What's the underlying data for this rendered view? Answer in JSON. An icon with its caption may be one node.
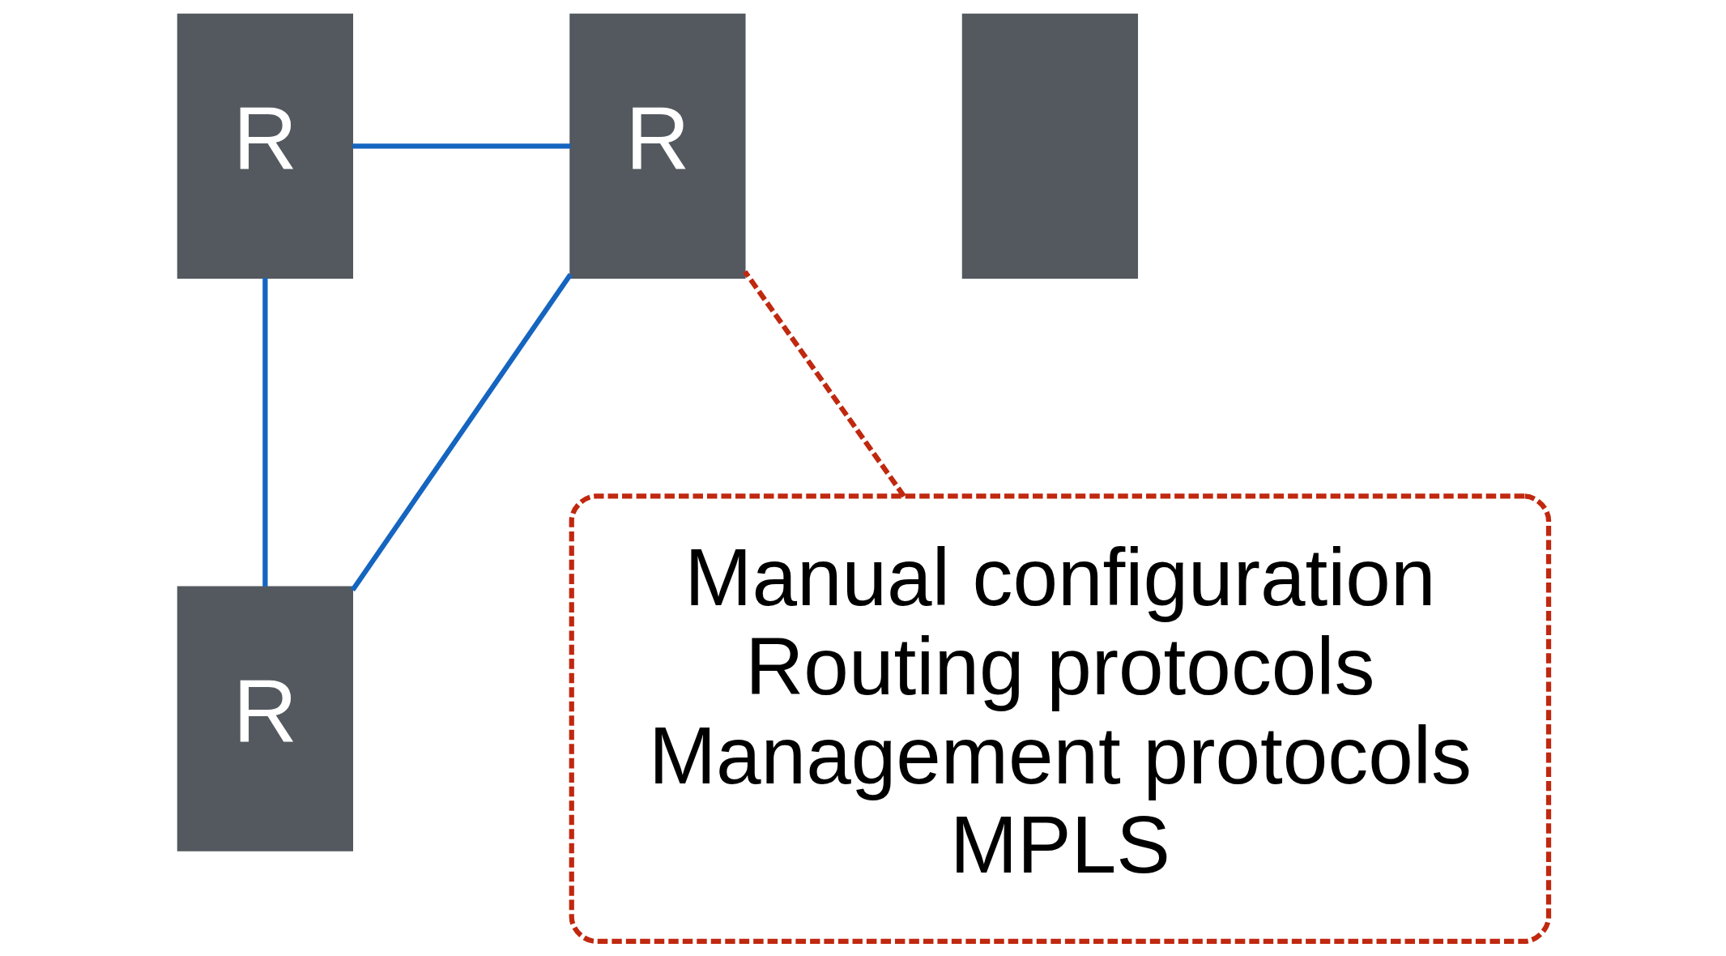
{
  "diagram": {
    "nodes": [
      {
        "text": [
          "R"
        ]
      },
      {
        "text": [
          "R"
        ]
      },
      {
        "text": [
          "R"
        ]
      },
      {
        "text": [],
        "shape": "box"
      },
      {
        "text": [
          "Manual configuration",
          "Routing protocols",
          "Management protocols",
          "MPLS"
        ]
      }
    ],
    "edges": [
      {
        "from": 0,
        "to": 1,
        "arrow": "none"
      },
      {
        "from": 0,
        "to": 2,
        "arrow": "none"
      },
      {
        "from": 1,
        "to": 2,
        "arrow": "none"
      },
      {
        "from": 4,
        "to": 1,
        "arrow": "none",
        "style": "dashed",
        "color": "#c0280f"
      }
    ]
  }
}
